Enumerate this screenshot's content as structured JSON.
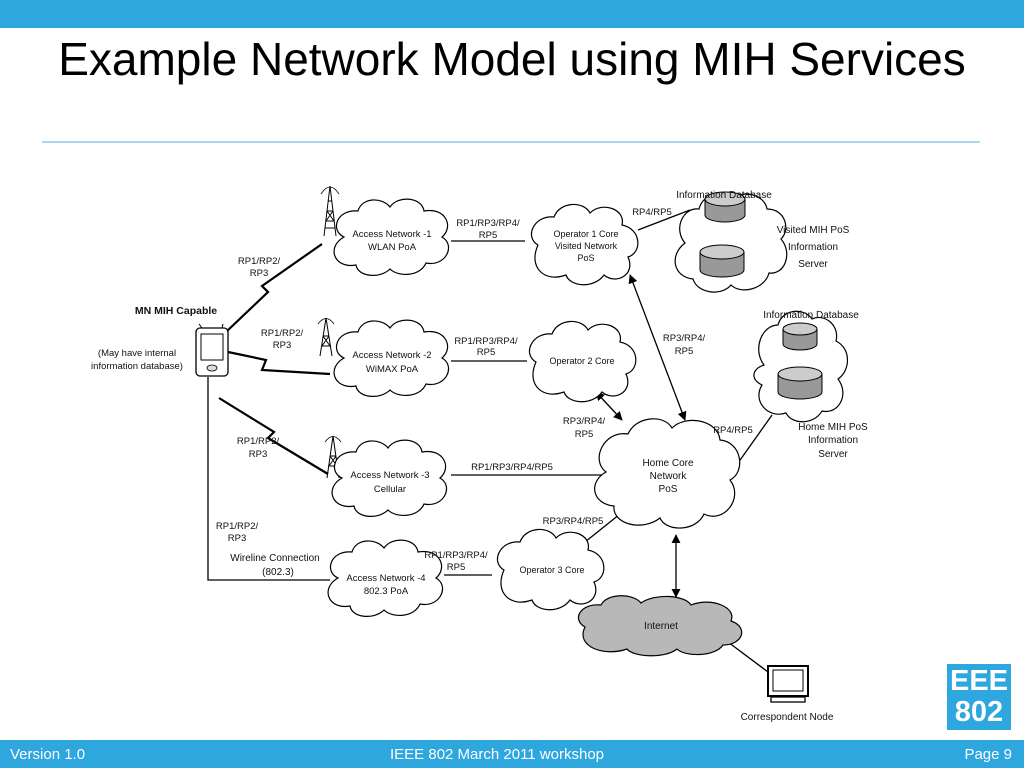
{
  "slide": {
    "title": "Example Network Model using MIH Services"
  },
  "footer": {
    "version": "Version 1.0",
    "event": "IEEE 802 March 2011 workshop",
    "page": "Page 9"
  },
  "logo": {
    "line1": "EEE",
    "line2": "802"
  },
  "diagram": {
    "mn": {
      "label": "MN MIH Capable",
      "note_line1": "(May have internal",
      "note_line2": "information database)"
    },
    "access_networks": [
      {
        "line1": "Access Network -1",
        "line2": "WLAN PoA"
      },
      {
        "line1": "Access Network -2",
        "line2": "WiMAX PoA"
      },
      {
        "line1": "Access Network -3",
        "line2": "Cellular"
      },
      {
        "line1": "Access Network -4",
        "line2": "802.3 PoA"
      }
    ],
    "operator1": {
      "line1": "Operator 1 Core",
      "line2": "Visited Network",
      "line3": "PoS"
    },
    "operator2": {
      "line1": "Operator 2 Core"
    },
    "operator3": {
      "line1": "Operator 3 Core"
    },
    "home_core": {
      "line1": "Home Core",
      "line2": "Network",
      "line3": "PoS"
    },
    "internet": {
      "label": "Internet"
    },
    "correspondent": {
      "label": "Correspondent Node"
    },
    "visited_server": {
      "db_label": "Information Database",
      "line1": "Visited MIH PoS",
      "line2": "Information",
      "line3": "Server"
    },
    "home_server": {
      "db_label": "Information Database",
      "line1": "Home MIH PoS",
      "line2": "Information",
      "line3": "Server"
    },
    "wireline": {
      "line1": "Wireline Connection",
      "line2": "(802.3)"
    },
    "link_labels": {
      "mn_an1": {
        "line1": "RP1/RP2/",
        "line2": "RP3"
      },
      "mn_an2": {
        "line1": "RP1/RP2/",
        "line2": "RP3"
      },
      "mn_an3": {
        "line1": "RP1/RP2/",
        "line2": "RP3"
      },
      "mn_an4": {
        "line1": "RP1/RP2/",
        "line2": "RP3"
      },
      "an1_op1": {
        "line1": "RP1/RP3/RP4/",
        "line2": "RP5"
      },
      "an2_op2": {
        "line1": "RP1/RP3/RP4/",
        "line2": "RP5"
      },
      "an3_home": {
        "line1": "RP1/RP3/RP4/RP5"
      },
      "an4_op3": {
        "line1": "RP1/RP3/RP4/",
        "line2": "RP5"
      },
      "op1_vdb": {
        "line1": "RP4/RP5"
      },
      "op1_home": {
        "line1": "RP3/RP4/",
        "line2": "RP5"
      },
      "op2_home": {
        "line1": "RP3/RP4/",
        "line2": "RP5"
      },
      "home_hdb": {
        "line1": "RP4/RP5"
      },
      "op3_home": {
        "line1": "RP3/RP4/RP5"
      }
    }
  }
}
